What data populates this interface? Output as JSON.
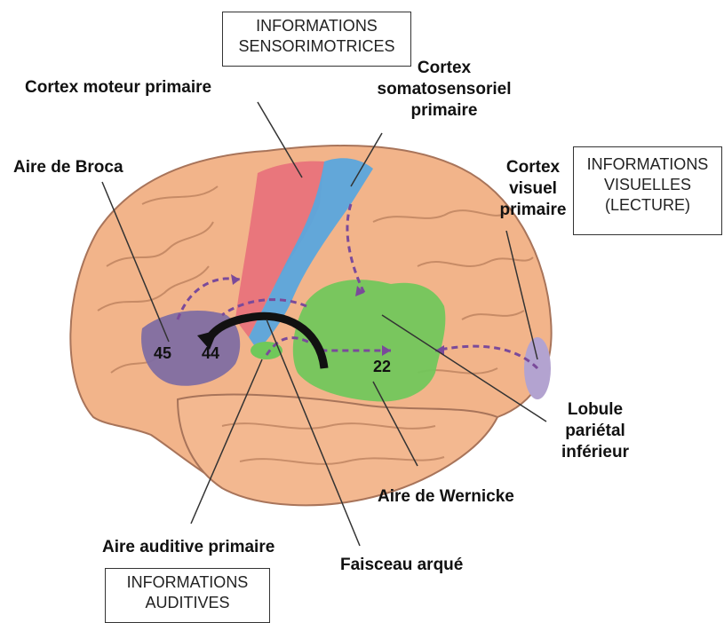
{
  "labels": {
    "cortex_moteur": "Cortex moteur primaire",
    "cortex_somato": "Cortex somatosensoriel primaire",
    "aire_broca": "Aire de Broca",
    "cortex_visuel": "Cortex visuel primaire",
    "lobule_parietal": "Lobule pariétal inférieur",
    "aire_wernicke": "Aire de Wernicke",
    "aire_auditive": "Aire auditive primaire",
    "faisceau_arque": "Faisceau arqué"
  },
  "boxes": {
    "sensorimotrices": "INFORMATIONS SENSORIMOTRICES",
    "visuelles": "INFORMATIONS VISUELLES (LECTURE)",
    "auditives": "INFORMATIONS AUDITIVES"
  },
  "areas": {
    "a45": "45",
    "a44": "44",
    "a22": "22"
  },
  "colors": {
    "brain": "#f2b48a",
    "motor": "#e8737b",
    "somatosensory": "#5aa6dd",
    "wernicke": "#6fc85a",
    "broca": "#7d6ba3",
    "visual": "#b3a3d0",
    "arrows": "#7a4a9a"
  }
}
